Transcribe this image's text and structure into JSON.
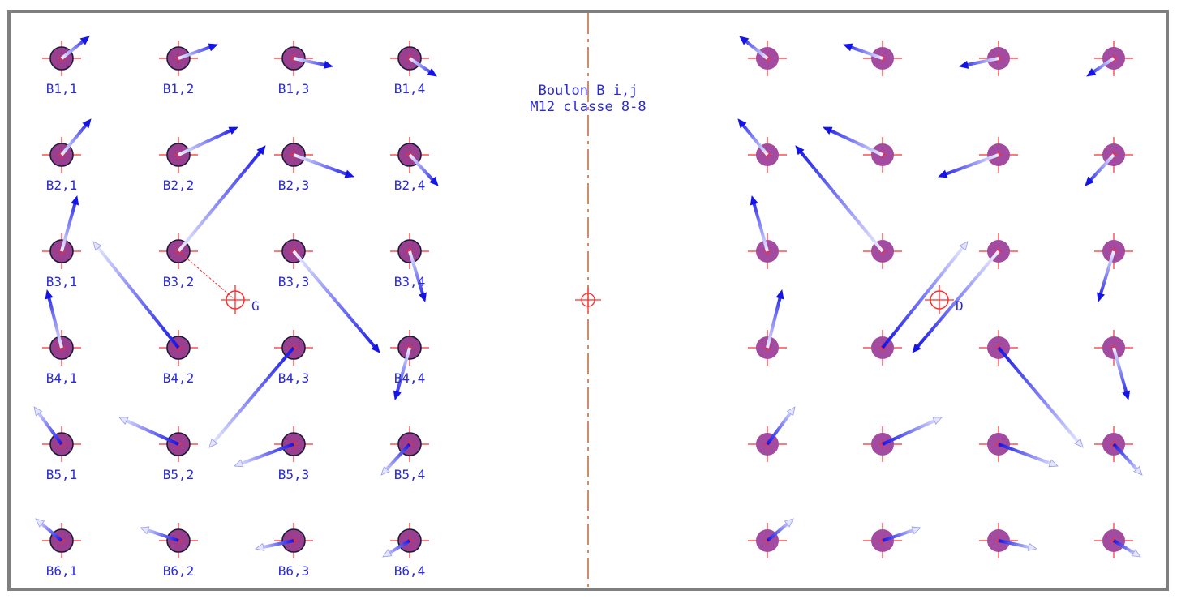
{
  "note": {
    "line1": "Boulon B i,j",
    "line2": "M12 classe 8-8"
  },
  "centers": {
    "left_label": "G",
    "right_label": "D"
  },
  "colors": {
    "frame": "#7f7f7f",
    "bolt_fill": "#9a3f8f",
    "bolt_fill_right": "#a24ba0",
    "crosshair": "#ff2a2a",
    "axis": "#b0521a",
    "arrow": "#1414e6",
    "label": "#2a2ad8"
  },
  "left_group": {
    "row_labels": [
      [
        "B1,1",
        "B1,2",
        "B1,3",
        "B1,4"
      ],
      [
        "B2,1",
        "B2,2",
        "B2,3",
        "B2,4"
      ],
      [
        "B3,1",
        "B3,2",
        "B3,3",
        "B3,4"
      ],
      [
        "B4,1",
        "B4,2",
        "B4,3",
        "B4,4"
      ],
      [
        "B5,1",
        "B5,2",
        "B5,3",
        "B5,4"
      ],
      [
        "B6,1",
        "B6,2",
        "B6,3",
        "B6,4"
      ]
    ]
  }
}
